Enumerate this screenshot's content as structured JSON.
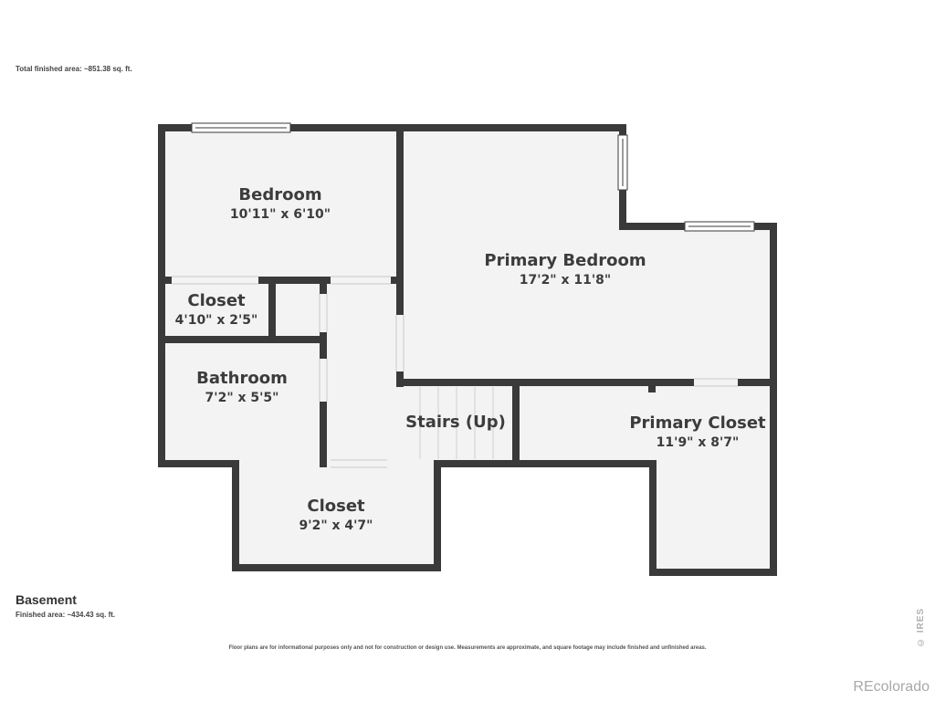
{
  "header": {
    "total_area": "Total finished area: ~851.38 sq. ft."
  },
  "level": {
    "name": "Basement",
    "finished_area": "Finished area: ~434.43 sq. ft."
  },
  "rooms": {
    "bedroom": {
      "name": "Bedroom",
      "dims": "10'11\" x 6'10\""
    },
    "closet_small": {
      "name": "Closet",
      "dims": "4'10\" x 2'5\""
    },
    "bathroom": {
      "name": "Bathroom",
      "dims": "7'2\" x 5'5\""
    },
    "primary_bedroom": {
      "name": "Primary Bedroom",
      "dims": "17'2\" x 11'8\""
    },
    "stairs": {
      "name": "Stairs (Up)"
    },
    "primary_closet": {
      "name": "Primary Closet",
      "dims": "11'9\" x 8'7\""
    },
    "closet_lower": {
      "name": "Closet",
      "dims": "9'2\" x 4'7\""
    }
  },
  "footer": {
    "disclaimer": "Floor plans are for informational purposes only and not for construction or design use. Measurements are approximate, and square footage may include finished and unfinished areas.",
    "watermark": "© IRES",
    "brand": "REcolorado"
  },
  "colors": {
    "wall": "#3a3a3a",
    "floor": "#f3f3f3",
    "text": "#3c3c3c"
  }
}
